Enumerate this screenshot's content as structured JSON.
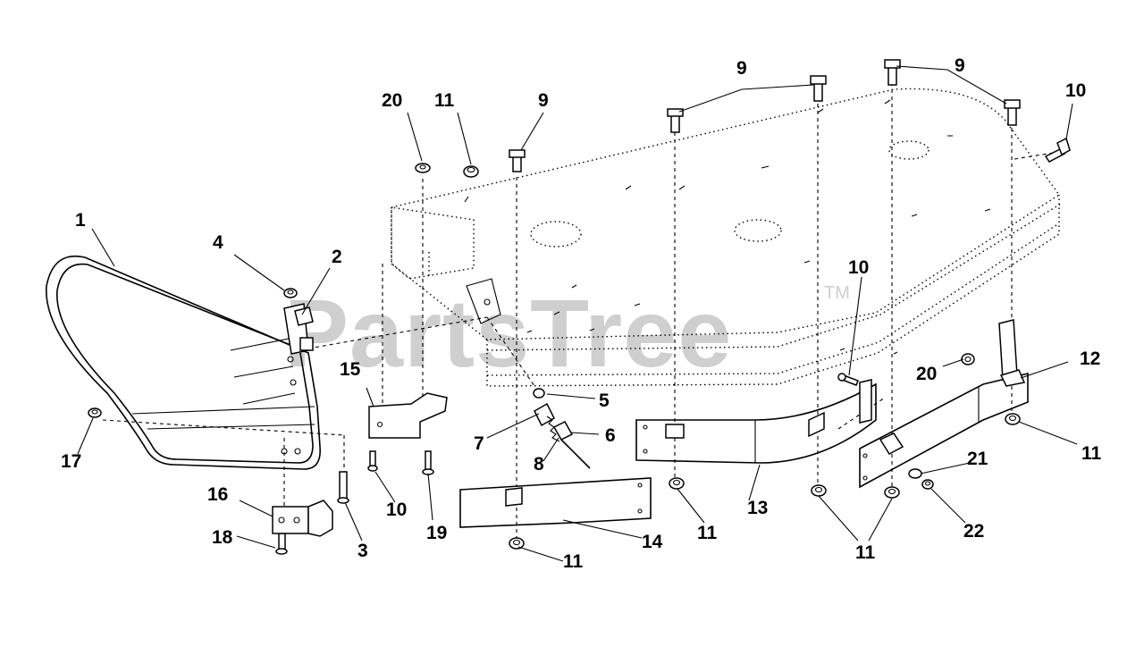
{
  "watermark": {
    "text": "PartsTree",
    "trademark": "TM"
  },
  "callouts": [
    {
      "id": "c1",
      "text": "1"
    },
    {
      "id": "c2",
      "text": "2"
    },
    {
      "id": "c3",
      "text": "3"
    },
    {
      "id": "c4",
      "text": "4"
    },
    {
      "id": "c5",
      "text": "5"
    },
    {
      "id": "c6",
      "text": "6"
    },
    {
      "id": "c7",
      "text": "7"
    },
    {
      "id": "c8",
      "text": "8"
    },
    {
      "id": "c9a",
      "text": "9"
    },
    {
      "id": "c9b",
      "text": "9"
    },
    {
      "id": "c9c",
      "text": "9"
    },
    {
      "id": "c10a",
      "text": "10"
    },
    {
      "id": "c10b",
      "text": "10"
    },
    {
      "id": "c10c",
      "text": "10"
    },
    {
      "id": "c11a",
      "text": "11"
    },
    {
      "id": "c11b",
      "text": "11"
    },
    {
      "id": "c11c",
      "text": "11"
    },
    {
      "id": "c11d",
      "text": "11"
    },
    {
      "id": "c11e",
      "text": "11"
    },
    {
      "id": "c12",
      "text": "12"
    },
    {
      "id": "c13",
      "text": "13"
    },
    {
      "id": "c14",
      "text": "14"
    },
    {
      "id": "c15",
      "text": "15"
    },
    {
      "id": "c16",
      "text": "16"
    },
    {
      "id": "c17",
      "text": "17"
    },
    {
      "id": "c18",
      "text": "18"
    },
    {
      "id": "c19",
      "text": "19"
    },
    {
      "id": "c20a",
      "text": "20"
    },
    {
      "id": "c20b",
      "text": "20"
    },
    {
      "id": "c21",
      "text": "21"
    },
    {
      "id": "c22",
      "text": "22"
    }
  ]
}
